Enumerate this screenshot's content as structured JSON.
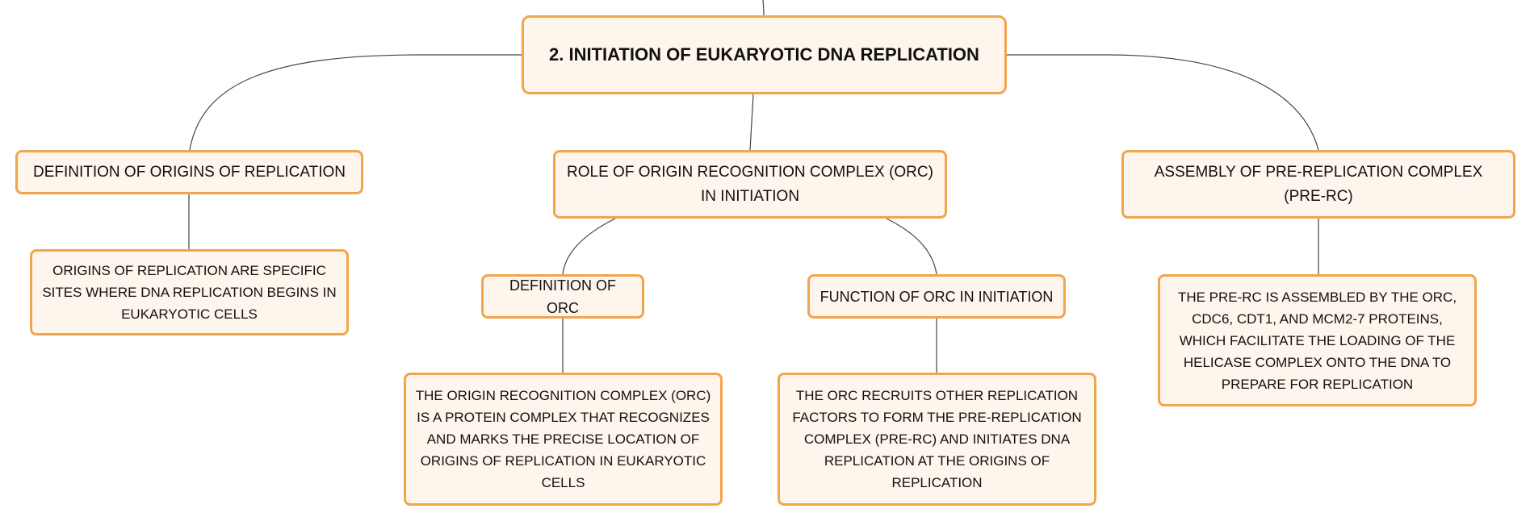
{
  "mindmap": {
    "root": {
      "label": "2. INITIATION OF EUKARYOTIC DNA REPLICATION"
    },
    "origins": {
      "label": "DEFINITION OF ORIGINS OF REPLICATION",
      "detail": "ORIGINS OF REPLICATION ARE SPECIFIC SITES WHERE DNA REPLICATION BEGINS IN EUKARYOTIC CELLS"
    },
    "orc": {
      "label": "ROLE OF ORIGIN RECOGNITION COMPLEX (ORC) IN INITIATION",
      "definition": {
        "label": "DEFINITION OF ORC",
        "detail": "THE ORIGIN RECOGNITION COMPLEX (ORC) IS A PROTEIN COMPLEX THAT RECOGNIZES AND MARKS THE PRECISE LOCATION OF ORIGINS OF REPLICATION IN EUKARYOTIC CELLS"
      },
      "function": {
        "label": "FUNCTION OF ORC IN INITIATION",
        "detail": "THE ORC RECRUITS OTHER REPLICATION FACTORS TO FORM THE PRE-REPLICATION COMPLEX (PRE-RC) AND INITIATES DNA REPLICATION AT THE ORIGINS OF REPLICATION"
      }
    },
    "prerc": {
      "label": "ASSEMBLY OF PRE-REPLICATION COMPLEX (PRE-RC)",
      "detail": "THE PRE-RC IS ASSEMBLED BY THE ORC, CDC6, CDT1, AND MCM2-7 PROTEINS, WHICH FACILITATE THE LOADING OF THE HELICASE COMPLEX ONTO THE DNA TO PREPARE FOR REPLICATION"
    }
  },
  "colors": {
    "node_border": "#f1a54d",
    "node_fill": "#fef5ec",
    "connector": "#444444",
    "text": "#111111"
  }
}
